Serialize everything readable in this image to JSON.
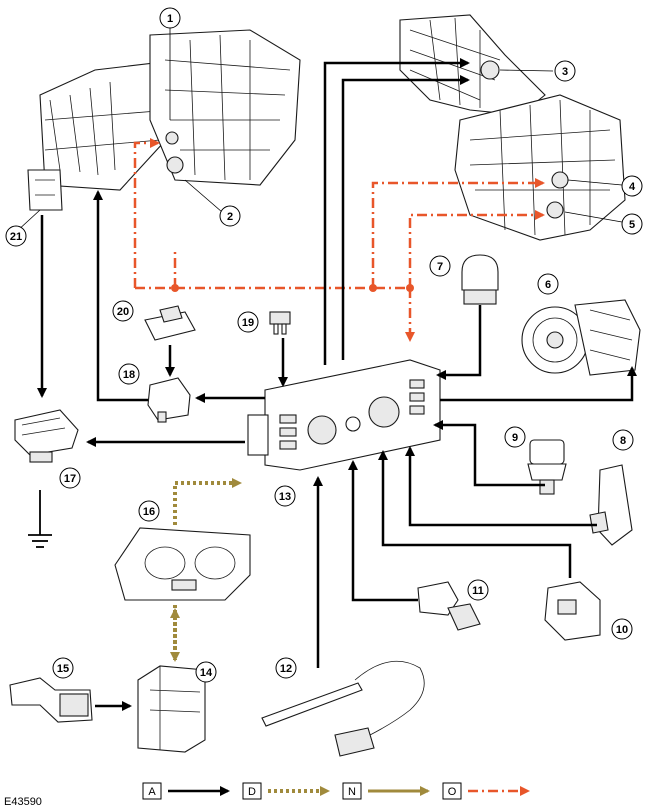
{
  "diagram_ref": "E43590",
  "colors": {
    "A": "#000000",
    "D": "#a08a3c",
    "N": "#a08a3c",
    "O": "#e8562a"
  },
  "callouts": [
    {
      "id": "c1",
      "text": "1"
    },
    {
      "id": "c2",
      "text": "2"
    },
    {
      "id": "c3",
      "text": "3"
    },
    {
      "id": "c4",
      "text": "4"
    },
    {
      "id": "c5",
      "text": "5"
    },
    {
      "id": "c6",
      "text": "6"
    },
    {
      "id": "c7",
      "text": "7"
    },
    {
      "id": "c8",
      "text": "8"
    },
    {
      "id": "c9",
      "text": "9"
    },
    {
      "id": "c10",
      "text": "10"
    },
    {
      "id": "c11",
      "text": "11"
    },
    {
      "id": "c12",
      "text": "12"
    },
    {
      "id": "c13",
      "text": "13"
    },
    {
      "id": "c14",
      "text": "14"
    },
    {
      "id": "c15",
      "text": "15"
    },
    {
      "id": "c16",
      "text": "16"
    },
    {
      "id": "c17",
      "text": "17"
    },
    {
      "id": "c18",
      "text": "18"
    },
    {
      "id": "c19",
      "text": "19"
    },
    {
      "id": "c20",
      "text": "20"
    },
    {
      "id": "c21",
      "text": "21"
    }
  ],
  "legend": [
    {
      "key": "A",
      "style": "solid"
    },
    {
      "key": "D",
      "style": "dotted"
    },
    {
      "key": "N",
      "style": "solid-gold"
    },
    {
      "key": "O",
      "style": "dash-dot"
    }
  ]
}
